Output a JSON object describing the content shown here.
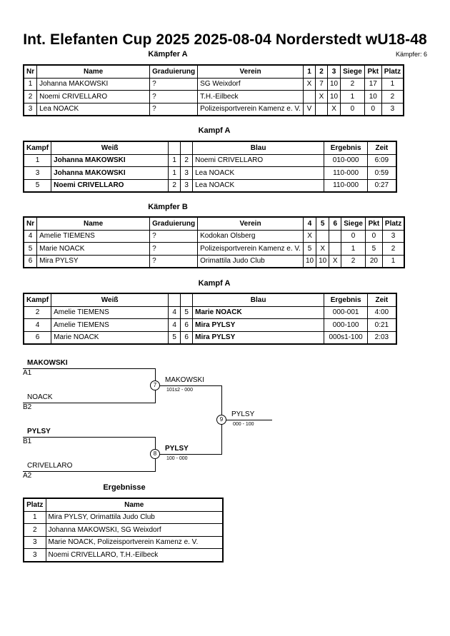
{
  "header": {
    "title": "Int. Elefanten Cup 2025  2025-08-04  Norderstedt   wU18-48",
    "fighters_count": "Kämpfer: 6"
  },
  "pool_a": {
    "title": "Kämpfer A",
    "headers": [
      "Nr",
      "Name",
      "Graduierung",
      "Verein",
      "1",
      "2",
      "3",
      "Siege",
      "Pkt",
      "Platz"
    ],
    "rows": [
      [
        "1",
        "Johanna MAKOWSKI",
        "?",
        "SG Weixdorf",
        "X",
        "7",
        "10",
        "2",
        "17",
        "1"
      ],
      [
        "2",
        "Noemi CRIVELLARO",
        "?",
        "T.H.-Eilbeck",
        "",
        "X",
        "10",
        "1",
        "10",
        "2"
      ],
      [
        "3",
        "Lea NOACK",
        "?",
        "Polizeisportverein Kamenz e. V.",
        "V",
        "",
        "X",
        "0",
        "0",
        "3"
      ]
    ]
  },
  "fights_a": {
    "title": "Kampf A",
    "headers": [
      "Kampf",
      "Weiß",
      "",
      "",
      "Blau",
      "Ergebnis",
      "Zeit"
    ],
    "rows": [
      [
        "1",
        "Johanna MAKOWSKI",
        "1",
        "2",
        "Noemi CRIVELLARO",
        "010-000",
        "6:09"
      ],
      [
        "3",
        "Johanna MAKOWSKI",
        "1",
        "3",
        "Lea NOACK",
        "110-000",
        "0:59"
      ],
      [
        "5",
        "Noemi CRIVELLARO",
        "2",
        "3",
        "Lea NOACK",
        "110-000",
        "0:27"
      ]
    ]
  },
  "pool_b": {
    "title": "Kämpfer B",
    "headers": [
      "Nr",
      "Name",
      "Graduierung",
      "Verein",
      "4",
      "5",
      "6",
      "Siege",
      "Pkt",
      "Platz"
    ],
    "rows": [
      [
        "4",
        "Amelie TIEMENS",
        "?",
        "Kodokan Olsberg",
        "X",
        "",
        "",
        "0",
        "0",
        "3"
      ],
      [
        "5",
        "Marie NOACK",
        "?",
        "Polizeisportverein Kamenz e. V.",
        "5",
        "X",
        "",
        "1",
        "5",
        "2"
      ],
      [
        "6",
        "Mira PYLSY",
        "?",
        "Orimattila Judo Club",
        "10",
        "10",
        "X",
        "2",
        "20",
        "1"
      ]
    ]
  },
  "fights_b": {
    "title": "Kampf A",
    "headers": [
      "Kampf",
      "Weiß",
      "",
      "",
      "Blau",
      "Ergebnis",
      "Zeit"
    ],
    "rows": [
      [
        "2",
        "Amelie TIEMENS",
        "4",
        "5",
        "Marie NOACK",
        "000-001",
        "4:00"
      ],
      [
        "4",
        "Amelie TIEMENS",
        "4",
        "6",
        "Mira PYLSY",
        "000-100",
        "0:21"
      ],
      [
        "6",
        "Marie NOACK",
        "5",
        "6",
        "Mira PYLSY",
        "000s1-100",
        "2:03"
      ]
    ]
  },
  "bracket": {
    "a1_name": "MAKOWSKI",
    "a1_seed": "A1",
    "b2_name": "NOACK",
    "b2_seed": "B2",
    "b1_name": "PYLSY",
    "b1_seed": "B1",
    "a2_name": "CRIVELLARO",
    "a2_seed": "A2",
    "semi1_num": "7",
    "semi1_winner": "MAKOWSKI",
    "semi1_score": "101s2 - 000",
    "semi2_num": "8",
    "semi2_winner": "PYLSY",
    "semi2_score": "100 - 000",
    "final_num": "9",
    "final_winner": "PYLSY",
    "final_score": "000 - 100"
  },
  "results": {
    "title": "Ergebnisse",
    "headers": [
      "Platz",
      "Name"
    ],
    "rows": [
      [
        "1",
        "Mira PYLSY, Orimattila Judo Club"
      ],
      [
        "2",
        "Johanna MAKOWSKI, SG Weixdorf"
      ],
      [
        "3",
        "Marie NOACK, Polizeisportverein Kamenz e. V."
      ],
      [
        "3",
        "Noemi CRIVELLARO, T.H.-Eilbeck"
      ]
    ]
  }
}
